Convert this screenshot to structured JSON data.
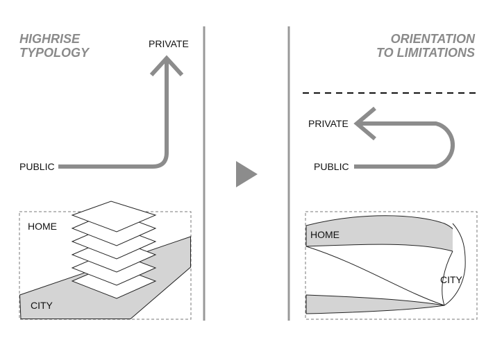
{
  "left_panel": {
    "title_line1": "HIGHRISE",
    "title_line2": "TYPOLOGY",
    "label_private": "PRIVATE",
    "label_public": "PUBLIC",
    "label_home": "HOME",
    "label_city": "CITY"
  },
  "right_panel": {
    "title_line1": "ORIENTATION",
    "title_line2": "TO LIMITATIONS",
    "label_private": "PRIVATE",
    "label_public": "PUBLIC",
    "label_home": "HOME",
    "label_city": "CITY"
  },
  "colors": {
    "arrow": "#8c8c8c",
    "divider": "#999999",
    "fill": "#d4d4d4",
    "title": "#8a8a8a"
  }
}
